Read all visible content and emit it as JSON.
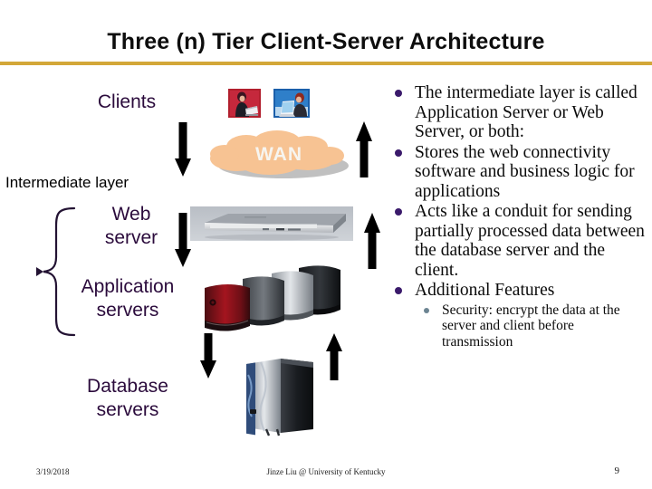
{
  "slide": {
    "title": "Three (n) Tier Client-Server Architecture",
    "accent_color": "#d3a738",
    "label_color": "#2b0b3c",
    "bullet_dot_color": "#3a1a6b",
    "sub_bullet_dot_color": "#6c8492",
    "cloud_color": "#f7c393"
  },
  "diagram": {
    "labels": {
      "clients": "Clients",
      "intermediate_layer": "Intermediate layer",
      "web_server": "Web\nserver",
      "web_server_line1": "Web",
      "web_server_line2": "server",
      "application_servers_line1": "Application",
      "application_servers_line2": "servers",
      "database_servers_line1": "Database",
      "database_servers_line2": "servers"
    },
    "cloud": {
      "label": "WAN"
    },
    "icons": [
      "client-person-red-icon",
      "client-person-blue-icon",
      "rackmount-server-icon",
      "tower-servers-icon",
      "database-tower-servers-icon"
    ],
    "arrows": [
      {
        "name": "arrow-clients-to-wan",
        "direction": "down"
      },
      {
        "name": "arrow-wan-to-clients",
        "direction": "up"
      },
      {
        "name": "arrow-web-to-app",
        "direction": "down"
      },
      {
        "name": "arrow-app-to-web",
        "direction": "up"
      },
      {
        "name": "arrow-app-to-db",
        "direction": "down"
      },
      {
        "name": "arrow-db-to-app",
        "direction": "up"
      }
    ]
  },
  "bullets": [
    {
      "text": "The intermediate layer is called Application Server or Web Server, or both:"
    },
    {
      "text": "Stores the web connectivity software and business logic for applications"
    },
    {
      "text": "Acts like a conduit for sending partially processed data between the database server and the client."
    },
    {
      "text": "Additional Features"
    }
  ],
  "sub_bullets": [
    {
      "text": "Security: encrypt the data at the server and client before transmission"
    }
  ],
  "footer": {
    "date": "3/19/2018",
    "author": "Jinze Liu @ University of Kentucky",
    "page_number": "9"
  }
}
